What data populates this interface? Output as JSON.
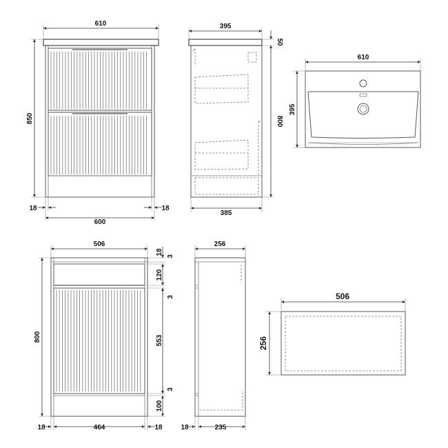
{
  "colors": {
    "line": "#555555",
    "dimension": "#333333",
    "text": "#111111",
    "background": "#ffffff"
  },
  "views": {
    "front_top": {
      "width_top": "610",
      "height": "850",
      "side_left": "18",
      "side_right": "18",
      "width_body": "600"
    },
    "side_top": {
      "depth_top": "395",
      "top_thickness": "50",
      "height": "800",
      "depth_body": "385"
    },
    "basin": {
      "width": "610",
      "depth": "395"
    },
    "front_bottom": {
      "width": "506",
      "top_offset": "18",
      "gap_top": "3",
      "drawer_height": "120",
      "gap_mid": "3",
      "height": "800",
      "door_height": "553",
      "gap_bottom": "3",
      "plinth": "100",
      "side_left": "18",
      "width_inner": "464",
      "side_right": "18"
    },
    "side_bottom": {
      "depth": "256",
      "back": "18",
      "depth_inner": "235"
    },
    "plan": {
      "width": "506",
      "depth": "256"
    }
  }
}
